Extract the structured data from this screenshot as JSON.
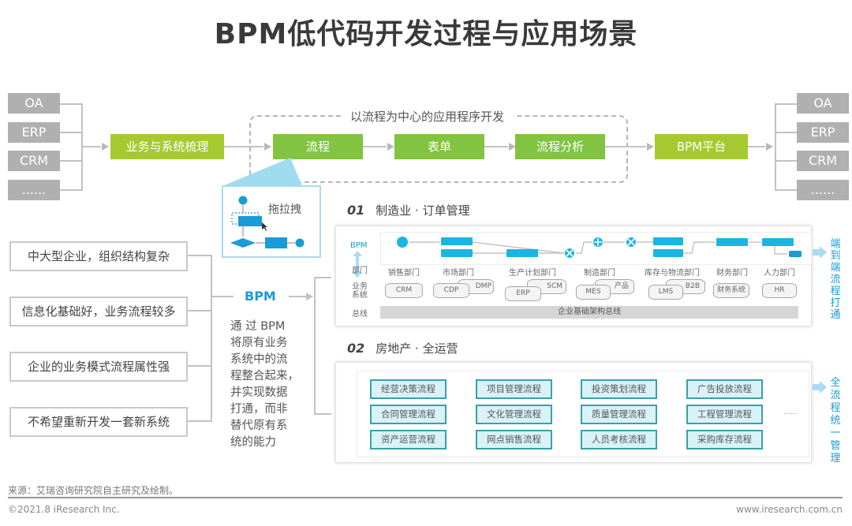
{
  "title": "BPM低代码开发过程与应用场景",
  "top_flow": {
    "left_systems": [
      "OA",
      "ERP",
      "CRM",
      "......"
    ],
    "step1": "业务与系统梳理",
    "frame_label": "以流程为中心的应用程序开发",
    "steps": [
      "流程",
      "表单",
      "流程分析"
    ],
    "platform": "BPM平台",
    "right_systems": [
      "OA",
      "ERP",
      "CRM",
      "......"
    ],
    "drag_label": "拖拉拽"
  },
  "scenarios": {
    "conditions": [
      "中大型企业，组织结构复杂",
      "信息化基础好，业务流程较多",
      "企业的业务模式流程属性强",
      "不希望重新开发一套新系统"
    ],
    "bpm_label": "BPM",
    "bpm_desc_lines": [
      "通 过 BPM",
      "将原有业务",
      "系统中的流",
      "程整合起来，",
      "并实现数据",
      "打通，而非",
      "替代原有系",
      "统的能力"
    ]
  },
  "case1": {
    "num": "01",
    "title": "制造业 · 订单管理",
    "side_labels": {
      "bpm": "BPM",
      "dept": "部门",
      "system": "业务系统",
      "bus": "总线"
    },
    "departments": [
      "销售部门",
      "市场部门",
      "生产计划部门",
      "制造部门",
      "库存与物流部门",
      "财务部门",
      "人力部门"
    ],
    "systems": [
      [
        "CRM"
      ],
      [
        "CDP",
        "DMP"
      ],
      [
        "ERP",
        "SCM"
      ],
      [
        "MES",
        "产品"
      ],
      [
        "LMS",
        "B2B"
      ],
      [
        "财务系统"
      ],
      [
        "HR"
      ]
    ],
    "bus_label": "企业基础架构总线",
    "result": "端到端流程打通"
  },
  "case2": {
    "num": "02",
    "title": "房地产 · 全运营",
    "processes": [
      [
        "经营决策流程",
        "合同管理流程",
        "资产运营流程"
      ],
      [
        "项目管理流程",
        "文化管理流程",
        "网点销售流程"
      ],
      [
        "投资策划流程",
        "质量管理流程",
        "人员考核流程"
      ],
      [
        "广告投放流程",
        "工程管理流程",
        "采购库存流程"
      ]
    ],
    "more": "......",
    "result": "全流程统一管理"
  },
  "footer": {
    "source": "来源：艾瑞咨询研究院自主研究及绘制。",
    "copyright": "©2021.8 iResearch Inc.",
    "website": "www.iresearch.com.cn"
  },
  "colors": {
    "lime": "#a6c930",
    "green": "#82c341",
    "blue": "#1cb4e3",
    "gray_box": "#b0b0b0",
    "bpm_text": "#1a9bd6",
    "process_fill": "#d8f2f8"
  }
}
